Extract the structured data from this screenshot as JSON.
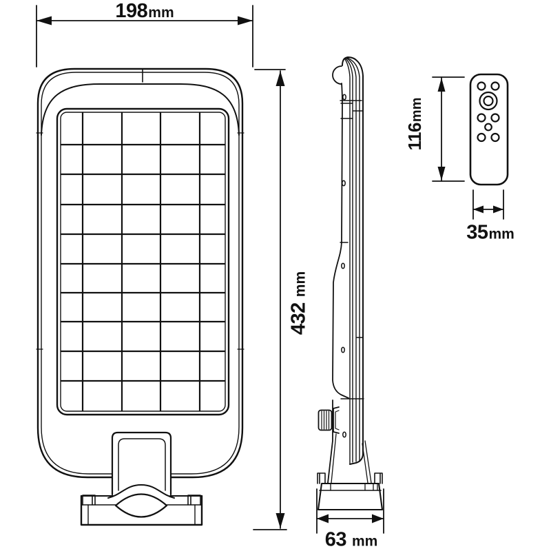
{
  "labels": {
    "front_width": {
      "value": "198",
      "unit": "mm"
    },
    "front_height": {
      "value": "432",
      "unit": "mm"
    },
    "base_width": {
      "value": "63",
      "unit": "mm"
    },
    "remote_height": {
      "value": "116",
      "unit": "mm"
    },
    "remote_width": {
      "value": "35",
      "unit": "mm"
    }
  },
  "colors": {
    "line": "#111111",
    "background": "#ffffff"
  }
}
